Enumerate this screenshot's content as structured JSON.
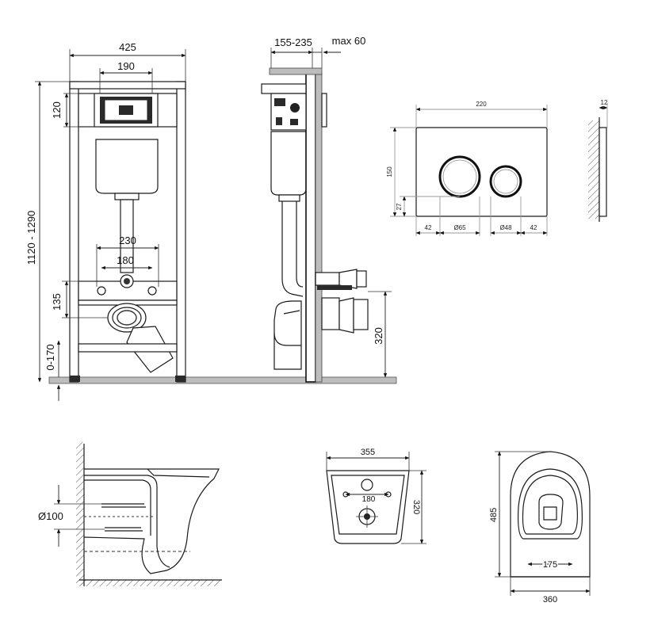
{
  "frame_front": {
    "width": "425",
    "plate_width": "190",
    "plate_height": "120",
    "height_range": "1120 - 1290",
    "stud_spacing_outer": "230",
    "stud_spacing_inner": "180",
    "drain_height": "135",
    "leg_range": "0-170"
  },
  "frame_side": {
    "depth_range": "155-235",
    "max_depth": "max 60",
    "outlet_height": "320"
  },
  "flush_plate": {
    "width": "220",
    "height": "150",
    "offset_bottom": "27",
    "margin_left": "42",
    "large_button": "Ø65",
    "small_button": "Ø48",
    "margin_right": "42",
    "thickness": "12"
  },
  "bowl_side": {
    "outlet_diameter": "Ø100"
  },
  "bowl_back": {
    "width": "355",
    "hole_spacing": "180",
    "height": "320"
  },
  "bowl_top": {
    "length": "485",
    "inner_spacing": "175",
    "width": "360"
  }
}
